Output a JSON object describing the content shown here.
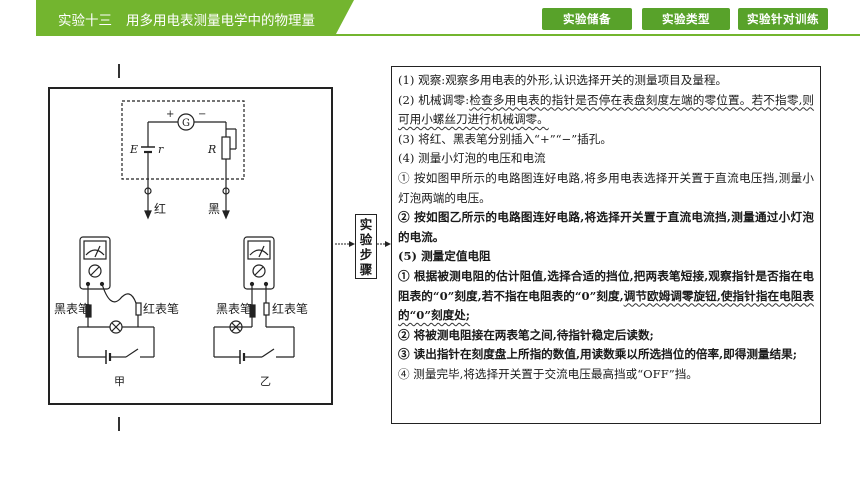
{
  "header": {
    "chapter": "实验十三",
    "title": "用多用电表测量电学中的物理量",
    "nav": [
      "实验储备",
      "实验类型",
      "实验针对训练"
    ]
  },
  "diagram": {
    "emf_label": "E",
    "r_label": "r",
    "plus": "+",
    "minus": "−",
    "galvanometer": "G",
    "resistor_label": "R",
    "red_label": "红",
    "black_label": "黑",
    "black_probe": "黑表笔",
    "red_probe": "红表笔",
    "fig_a": "甲",
    "fig_b": "乙"
  },
  "steps_label": [
    "实",
    "验",
    "步",
    "骤"
  ],
  "steps": {
    "s1": "(1) 观察:观察多用电表的外形,认识选择开关的测量项目及量程。",
    "s2_a": "(2) 机械调零:",
    "s2_b": "检查多用电表的指针是否停在表盘刻度左端的零位置。若不指零,则可用小螺丝刀进行机械调零。",
    "s3": "(3) 将红、黑表笔分别插入“+”“−”插孔。",
    "s4": "(4) 测量小灯泡的电压和电流",
    "s4_1": "① 按如图甲所示的电路图连好电路,将多用电表选择开关置于直流电压挡,测量小灯泡两端的电压。",
    "s4_2": "② 按如图乙所示的电路图连好电路,将选择开关置于直流电流挡,测量通过小灯泡的电流。",
    "s5": "(5) 测量定值电阻",
    "s5_1_a": "① 根据被测电阻的估计阻值,选择合适的挡位,把两表笔短接,观察指针是否指在电阻表的“0”刻度,若不指在电阻表的“0”刻度,",
    "s5_1_b": "调节欧姆调零旋钮,使指针指在电阻表的“0”刻度处;",
    "s5_2": "② 将被测电阻接在两表笔之间,待指针稳定后读数;",
    "s5_3": "③ 读出指针在刻度盘上所指的数值,用读数乘以所选挡位的倍率,即得测量结果;",
    "s5_4": "④ 测量完毕,将选择开关置于交流电压最高挡或“OFF”挡。"
  }
}
